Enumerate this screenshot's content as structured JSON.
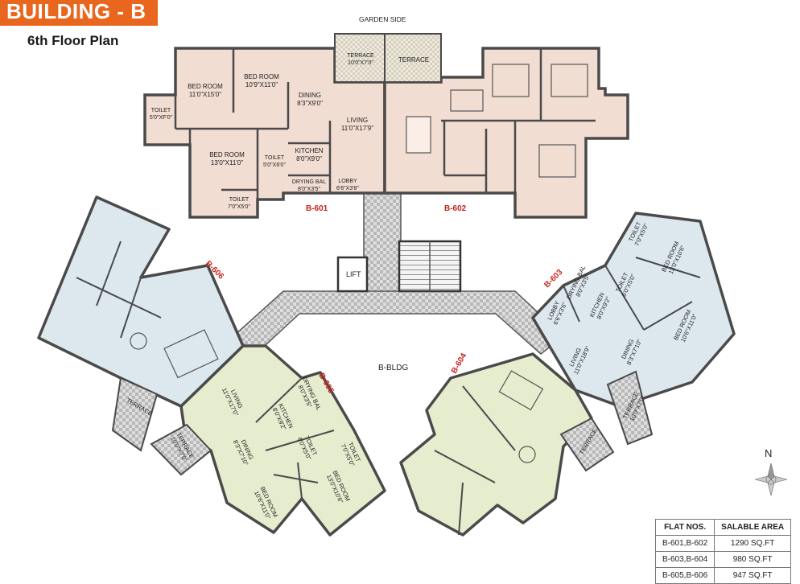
{
  "header": {
    "title": "BUILDING - B",
    "subtitle": "6th Floor Plan"
  },
  "labels": {
    "garden_side": "GARDEN SIDE",
    "core": "B-BLDG",
    "lift": "LIFT",
    "north": "N"
  },
  "flat_ids": [
    "B-601",
    "B-602",
    "B-603",
    "B-604",
    "B-605",
    "B-606"
  ],
  "rooms": {
    "b601": {
      "bed1": [
        "BED ROOM",
        "11'0\"X15'0\""
      ],
      "bed2": [
        "BED ROOM",
        "10'9\"X11'0\""
      ],
      "bed3": [
        "BED ROOM",
        "13'0\"X11'0\""
      ],
      "toilet1": [
        "TOILET",
        "5'0\"XF'0\""
      ],
      "toilet2": [
        "TOILET",
        "5'0\"X6'0\""
      ],
      "toilet3": [
        "TOILET",
        "7'0\"X5'0\""
      ],
      "dining": [
        "DINING",
        "8'3\"X9'0\""
      ],
      "living": [
        "LIVING",
        "11'0\"X17'9\""
      ],
      "kitchen": [
        "KITCHEN",
        "8'0\"X9'0\""
      ],
      "drying": [
        "DRYING BAL",
        "8'0\"X3'5\""
      ],
      "lobby": [
        "LOBBY",
        "6'6\"X3'8\""
      ],
      "terrace": [
        "TERRACE",
        "10'0\"X7'0\""
      ]
    },
    "b602": {
      "terrace": "TERRACE"
    },
    "b603": {
      "toilet1": [
        "TOILET",
        "7'0\"X5'0\""
      ],
      "bed1": [
        "BED ROOM",
        "13'0\"X10'6\""
      ],
      "toilet2": [
        "TOILET",
        "6'0\"X5'0\""
      ],
      "drying": [
        "DRYING BAL",
        "8'0\"X3'5\""
      ],
      "kitchen": [
        "KITCHEN",
        "8'0\"X9'2\""
      ],
      "lobby": [
        "LOBBY",
        "6'6\"X3'6\""
      ],
      "bed2": [
        "BED ROOM",
        "10'6\"X11'0\""
      ],
      "living": [
        "LIVING",
        "11'0\"X18'9\""
      ],
      "dining": [
        "DINING",
        "8'3\"X7'10\""
      ],
      "terrace": [
        "TERRACE",
        "10'0\"X7'0\""
      ]
    },
    "b604": {
      "terrace": "TERRACE"
    },
    "b605": {
      "living": [
        "LIVING",
        "11'0\"X17'0\""
      ],
      "drying": [
        "DRYING BAL",
        "8'0\"X3'5\""
      ],
      "kitchen": [
        "KITCHEN",
        "8'0\"X9'2\""
      ],
      "toilet1": [
        "TOILET",
        "6'0\"X5'0\""
      ],
      "toilet2": [
        "TOILET",
        "7'0\"X5'0\""
      ],
      "dining": [
        "DINING",
        "8'3\"X7'10\""
      ],
      "bed1": [
        "BED ROOM",
        "10'6\"X11'0\""
      ],
      "bed2": [
        "BED ROOM",
        "13'0\"X10'6\""
      ],
      "terrace": [
        "TERRACE",
        "10'0\"X7'0\""
      ]
    },
    "b606": {
      "terrace": "TERRACE"
    }
  },
  "area_table": {
    "headers": [
      "FLAT NOS.",
      "SALABLE AREA"
    ],
    "rows": [
      [
        "B-601,B-602",
        "1290 SQ.FT"
      ],
      [
        "B-603,B-604",
        "980 SQ.FT"
      ],
      [
        "B-605,B-606",
        "947 SQ.FT"
      ]
    ]
  },
  "colors": {
    "banner": "#e8661e",
    "flat_601_602": "#f2ddd2",
    "flat_603_606": "#dde8ee",
    "flat_604_605": "#e6ecce",
    "corridor": "#c9c9c9",
    "wall": "#4a4a4a",
    "flat_label": "#c8231c"
  }
}
